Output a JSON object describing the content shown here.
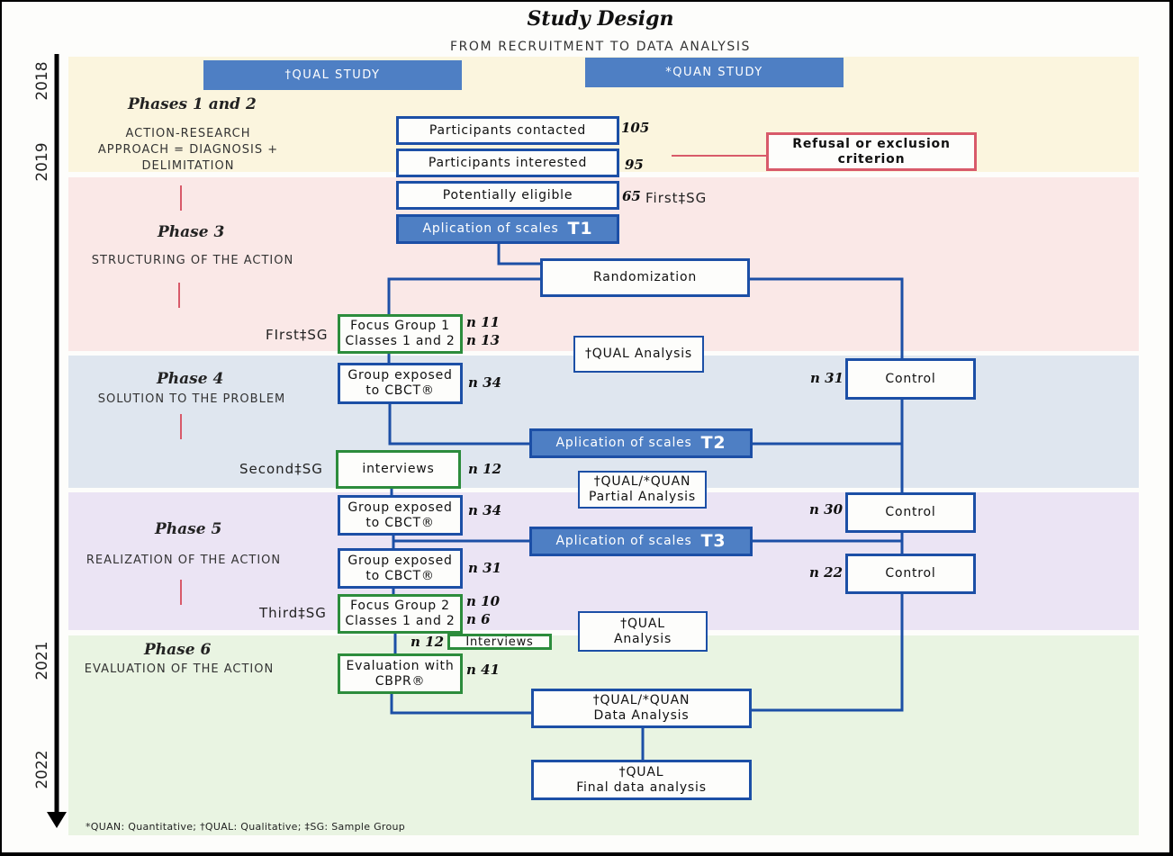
{
  "header": {
    "title": "Study Design",
    "subtitle": "FROM RECRUITMENT TO DATA ANALYSIS",
    "qual_study": "†QUAL STUDY",
    "quan_study": "*QUAN STUDY"
  },
  "colors": {
    "band_phase12": "#fbf5de",
    "band_phase3": "#fae8e7",
    "band_phase4": "#dfe6ef",
    "band_phase5": "#ebe4f4",
    "band_phase6": "#e9f4e2",
    "header_blue": "#4e7fc4",
    "box_border_blue": "#1c4fa6",
    "box_border_green": "#2c8c3c",
    "refusal_red": "#d85a6a"
  },
  "timeline": {
    "years": [
      "2018",
      "2019",
      "2021",
      "2022"
    ]
  },
  "phases": [
    {
      "name": "Phases 1 and 2",
      "desc": "ACTION-RESEARCH\nAPPROACH = DIAGNOSIS +\nDELIMITATION"
    },
    {
      "name": "Phase 3",
      "desc": "STRUCTURING OF THE ACTION"
    },
    {
      "name": "Phase 4",
      "desc": "SOLUTION TO THE PROBLEM"
    },
    {
      "name": "Phase 5",
      "desc": "REALIZATION OF THE ACTION"
    },
    {
      "name": "Phase 6",
      "desc": "EVALUATION OF THE ACTION"
    }
  ],
  "boxes": {
    "contacted": "Participants contacted",
    "interested": "Participants interested",
    "refusal": "Refusal or exclusion\ncriterion",
    "eligible": "Potentially eligible",
    "scales1": "Aplication of scales",
    "t1": "T1",
    "randomization": "Randomization",
    "focus1": "Focus Group 1\nClasses 1 and 2",
    "qual_analysis1": "†QUAL Analysis",
    "exposed1": "Group exposed\nto CBCT®",
    "control1": "Control",
    "scales2": "Aplication of scales",
    "t2": "T2",
    "interviews1": "interviews",
    "partial_analysis": "†QUAL/*QUAN\nPartial Analysis",
    "exposed2": "Group exposed\nto CBCT®",
    "control2": "Control",
    "scales3": "Aplication of scales",
    "t3": "T3",
    "exposed3": "Group exposed\nto CBCT®",
    "control3": "Control",
    "focus2": "Focus Group 2\nClasses 1 and 2",
    "qual_analysis2": "†QUAL\nAnalysis",
    "interviews2": "Interviews",
    "evaluation": "Evaluation with\nCBPR®",
    "data_analysis": "†QUAL/*QUAN\nData Analysis",
    "final_analysis": "†QUAL\nFinal data analysis"
  },
  "counts": {
    "contacted": "105",
    "interested": "95",
    "eligible": "65",
    "focus1_a": "n 11",
    "focus1_b": "n 13",
    "exposed1": "n 34",
    "control1": "n 31",
    "interviews1": "n 12",
    "exposed2": "n 34",
    "control2": "n 30",
    "exposed3": "n 31",
    "control3": "n 22",
    "focus2_a": "n 10",
    "focus2_b": "n 6",
    "interviews2": "n 12",
    "evaluation": "n 41"
  },
  "sample_groups": {
    "first_right": "First‡SG",
    "first_left": "FIrst‡SG",
    "second": "Second‡SG",
    "third": "Third‡SG"
  },
  "footnote": "*QUAN: Quantitative; †QUAL: Qualitative; ‡SG: Sample Group"
}
